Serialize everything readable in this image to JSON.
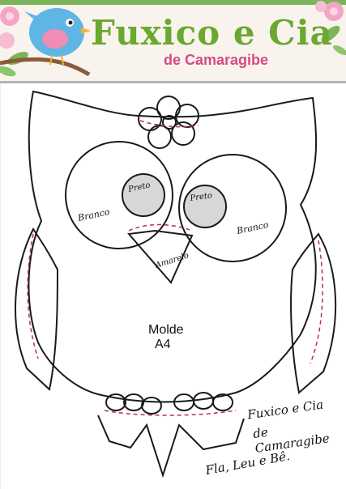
{
  "header": {
    "brand_title": "Fuxico e Cia",
    "brand_subtitle": "de Camaragibe"
  },
  "pattern": {
    "eye_left_pupil_label": "Preto",
    "eye_right_pupil_label": "Preto",
    "eye_left_label": "Branco",
    "eye_right_label": "Branco",
    "beak_label": "Amarelo",
    "mold_label": "Molde",
    "size_label": "A4",
    "signature_line1": "Fuxico e Cia",
    "signature_line2": "de Camaragibe",
    "credit": "Fla, Leu e Bê."
  },
  "colors": {
    "title_green": "#6aa82f",
    "subtitle_pink": "#d24c83",
    "stitch_red": "#b8323f",
    "bird_blue": "#5fb6e4",
    "bird_pink": "#f08db7"
  }
}
